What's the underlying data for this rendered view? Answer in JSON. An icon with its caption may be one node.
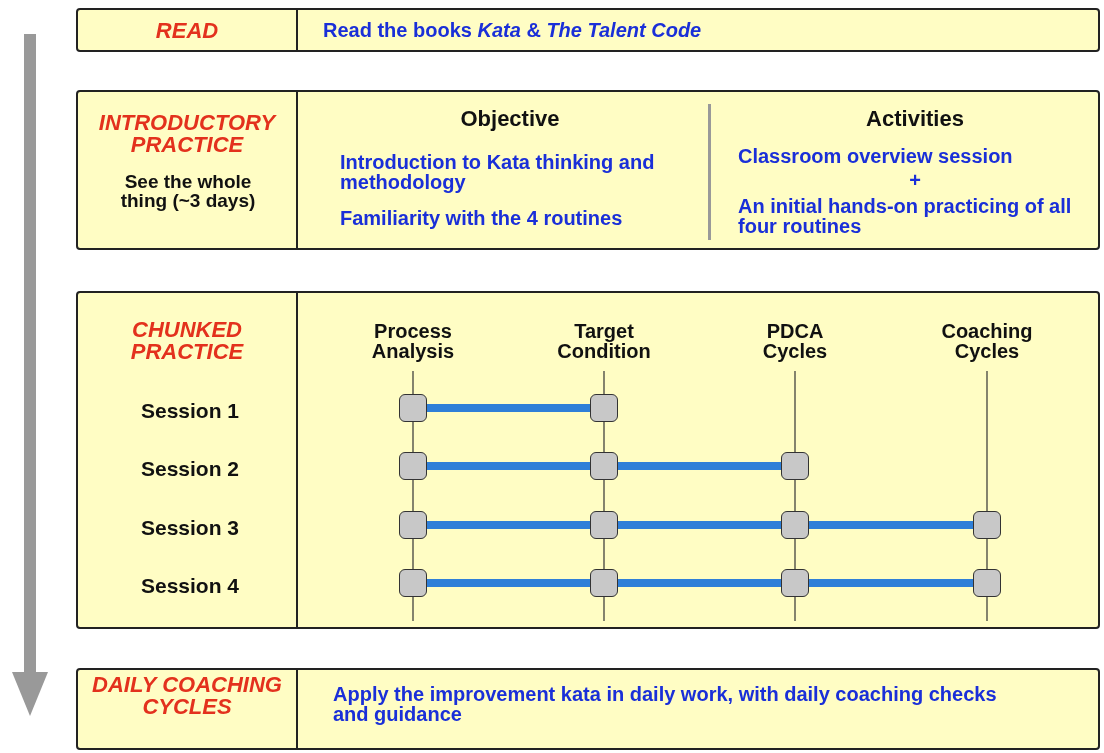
{
  "diagram": {
    "nodes": [
      {
        "text": [
          "READ",
          "Read the books *Kata* & *The Talent Code*"
        ]
      },
      {
        "text": [
          "INTRODUCTORY PRACTICE",
          "See the whole thing (~3 days)",
          "Objective",
          "Introduction to Kata thinking and methodology",
          "Familiarity with the 4 routines",
          "Activities",
          "Classroom overview session",
          "+",
          "An initial hands-on practicing of all four routines"
        ]
      },
      {
        "text": [
          "CHUNKED PRACTICE"
        ]
      },
      {
        "text": [],
        "shape": "box",
        "in": 2
      },
      {
        "text": [],
        "shape": "box",
        "in": 2
      },
      {
        "text": [],
        "shape": "box",
        "in": 2
      },
      {
        "text": [],
        "shape": "box",
        "in": 2
      },
      {
        "text": [],
        "shape": "box",
        "in": 2
      },
      {
        "text": [],
        "shape": "box",
        "in": 2
      },
      {
        "text": [],
        "shape": "box",
        "in": 2
      },
      {
        "text": [],
        "shape": "box",
        "in": 2
      },
      {
        "text": [],
        "shape": "box",
        "in": 2
      },
      {
        "text": [],
        "shape": "box",
        "in": 2
      },
      {
        "text": [],
        "shape": "box",
        "in": 2
      },
      {
        "text": [],
        "shape": "box",
        "in": 2
      },
      {
        "text": [],
        "shape": "box",
        "in": 2
      },
      {
        "text": [
          "DAILY COACHING CYCLES",
          "Apply the improvement kata in daily work, with daily coaching checks and guidance"
        ]
      }
    ],
    "edges": [
      {
        "from": 3,
        "to": 4,
        "arrow": "none"
      },
      {
        "from": 5,
        "to": 6,
        "arrow": "none"
      },
      {
        "from": 6,
        "to": 7,
        "arrow": "none"
      },
      {
        "from": 8,
        "to": 9,
        "arrow": "none"
      },
      {
        "from": 9,
        "to": 10,
        "arrow": "none"
      },
      {
        "from": 10,
        "to": 11,
        "arrow": "none"
      },
      {
        "from": 12,
        "to": 13,
        "arrow": "none"
      },
      {
        "from": 13,
        "to": 14,
        "arrow": "none"
      },
      {
        "from": 14,
        "to": 15,
        "arrow": "none"
      }
    ],
    "labels": [
      "Process Analysis",
      "Target Condition",
      "PDCA Cycles",
      "Coaching Cycles",
      "Session 1",
      "Session 2",
      "Session 3",
      "Session 4"
    ]
  }
}
